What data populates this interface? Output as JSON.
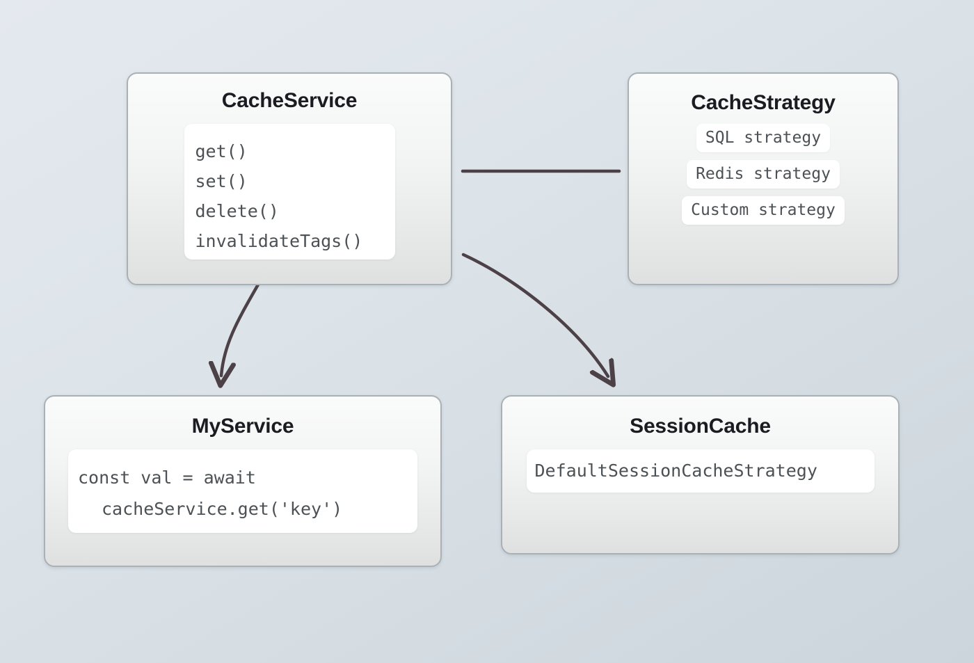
{
  "diagram": {
    "title_hidden": "",
    "background": {
      "from": "#e4e9ef",
      "to": "#ccd5dc"
    },
    "edge_color": "#4c4146",
    "card_border_color": "#a9b1b6",
    "code_text_color": "#4b5154",
    "title_color": "#1b1b21",
    "nodes": {
      "cache_service": {
        "title": "CacheService",
        "methods": [
          "get()",
          "set()",
          "delete()",
          "invalidateTags()"
        ]
      },
      "cache_strategy": {
        "title": "CacheStrategy",
        "strategies": [
          "SQL strategy",
          "Redis strategy",
          "Custom strategy"
        ]
      },
      "my_service": {
        "title": "MyService",
        "code_line_1": "const val = await",
        "code_line_2": "cacheService.get('key')"
      },
      "session_cache": {
        "title": "SessionCache",
        "strategy": "DefaultSessionCacheStrategy"
      }
    },
    "edges": [
      {
        "name": "cache-service-to-cache-strategy",
        "kind": "line",
        "from": "cache_service",
        "to": "cache_strategy"
      },
      {
        "name": "cache-service-to-my-service",
        "kind": "arrow",
        "from": "cache_service",
        "to": "my_service"
      },
      {
        "name": "cache-service-to-session-cache",
        "kind": "arrow",
        "from": "cache_service",
        "to": "session_cache"
      }
    ]
  }
}
